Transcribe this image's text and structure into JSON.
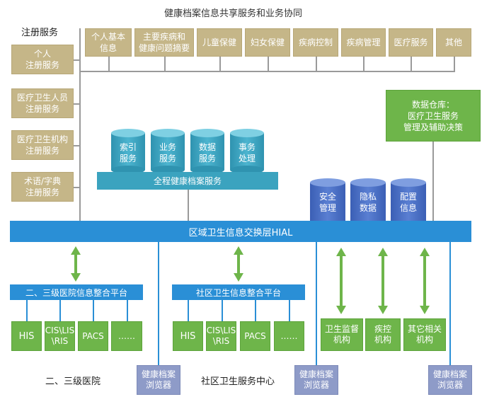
{
  "header": {
    "title": "健康档案信息共享服务和业务协同"
  },
  "registry": {
    "title": "注册服务",
    "items": [
      "个人\n注册服务",
      "医疗卫生人员\n注册服务",
      "医疗卫生机构\n注册服务",
      "术语/字典\n注册服务"
    ]
  },
  "top_categories": [
    "个人基本\n信息",
    "主要疾病和\n健康问题摘要",
    "儿童保健",
    "妇女保健",
    "疾病控制",
    "疾病管理",
    "医疗服务",
    "其他"
  ],
  "data_warehouse": {
    "label": "数据仓库：\n医疗卫生服务\n管理及辅助决策"
  },
  "record_services": {
    "cylinders": [
      "索引\n服务",
      "业务\n服务",
      "数据\n服务",
      "事务\n处理"
    ],
    "bar_label": "全程健康档案服务"
  },
  "security_cylinders": [
    "安全\n管理",
    "隐私\n数据",
    "配置\n信息"
  ],
  "hial": {
    "label": "区域卫生信息交换层HIAL"
  },
  "hospital": {
    "platform_label": "二、三级医院信息整合平台",
    "systems": [
      "HIS",
      "CIS\\LIS\n\\RIS",
      "PACS",
      "……"
    ],
    "label": "二、三级医院"
  },
  "community": {
    "platform_label": "社区卫生信息整合平台",
    "systems": [
      "HIS",
      "CIS\\LIS\n\\RIS",
      "PACS",
      "……"
    ],
    "label": "社区卫生服务中心"
  },
  "institutions": [
    "卫生监督\n机构",
    "疾控\n机构",
    "其它相关\n机构"
  ],
  "browser_label": "健康档案\n浏览器",
  "colors": {
    "tan": "#c5b688",
    "green": "#6eb54a",
    "blue": "#2a8fd6",
    "cylinder": "#3ba3bf",
    "browser": "#8e9bc8"
  }
}
